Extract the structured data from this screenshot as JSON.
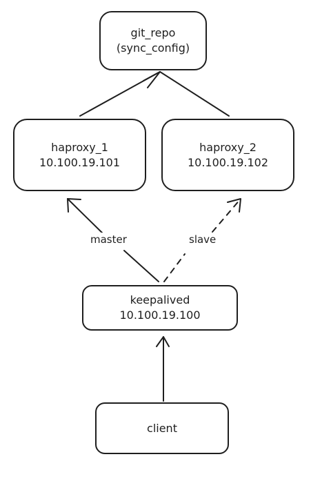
{
  "nodes": {
    "git_repo": {
      "line1": "git_repo",
      "line2": "(sync_config)"
    },
    "haproxy_1": {
      "line1": "haproxy_1",
      "line2": "10.100.19.101"
    },
    "haproxy_2": {
      "line1": "haproxy_2",
      "line2": "10.100.19.102"
    },
    "keepalived": {
      "line1": "keepalived",
      "line2": "10.100.19.100"
    },
    "client": {
      "label": "client"
    }
  },
  "edges": {
    "master": {
      "label": "master",
      "style": "solid"
    },
    "slave": {
      "label": "slave",
      "style": "dashed"
    }
  },
  "colors": {
    "stroke": "#1e1e1e",
    "background": "#ffffff"
  }
}
